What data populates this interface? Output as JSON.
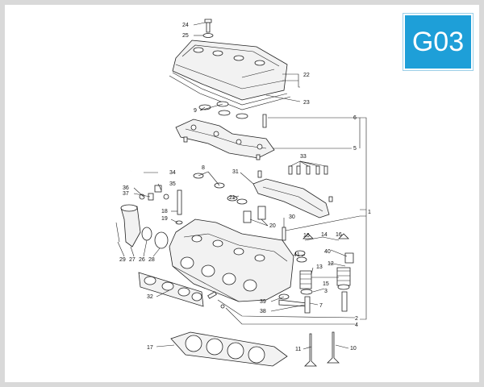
{
  "badge": {
    "code": "G03",
    "color": "#1e9fd8"
  },
  "diagram": {
    "labels": {
      "p1": "1",
      "p2": "2",
      "p3": "3",
      "p4": "4",
      "p5": "5",
      "p6": "6",
      "p7": "7",
      "p8": "8",
      "p9": "9",
      "p10": "10",
      "p11": "11",
      "p12": "12",
      "p13": "13",
      "p14": "14",
      "p15": "15",
      "p16a": "16",
      "p16b": "16",
      "p17": "17",
      "p18": "18",
      "p19": "19",
      "p20": "20",
      "p21": "21",
      "p22": "22",
      "p23": "23",
      "p24": "24",
      "p25": "25",
      "p26": "26",
      "p27": "27",
      "p28": "28",
      "p29": "29",
      "p30": "30",
      "p31": "31",
      "p32": "32",
      "p33": "33",
      "p34": "34",
      "p35": "35",
      "p36": "36",
      "p37": "37",
      "p38": "38",
      "p39": "39",
      "p40": "40",
      "p41": "41"
    }
  }
}
